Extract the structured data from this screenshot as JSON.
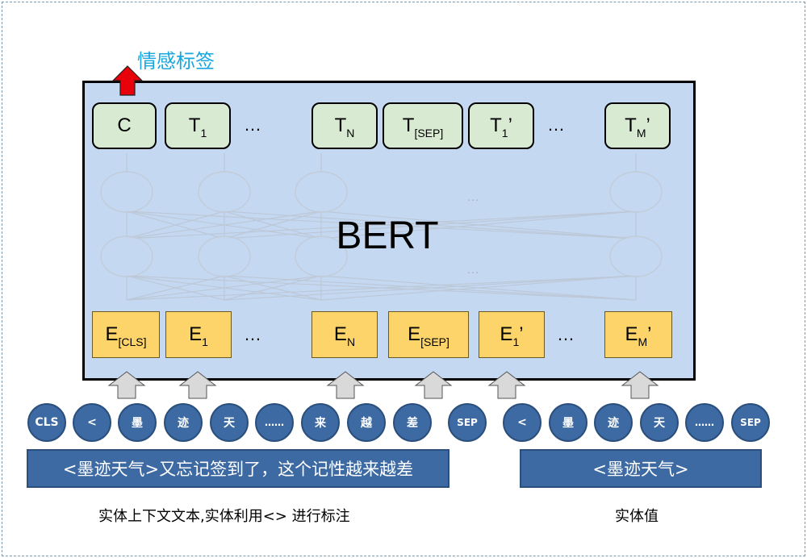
{
  "top_label": "情感标签",
  "model_label": "BERT",
  "outputs": {
    "c": "C",
    "t1": {
      "base": "T",
      "sub": "1"
    },
    "tn": {
      "base": "T",
      "sub": "N"
    },
    "tsep": {
      "base": "T",
      "sub": "[SEP]"
    },
    "t1p": {
      "base": "T",
      "sub": "1",
      "sup": "’"
    },
    "tmp": {
      "base": "T",
      "sub": "M",
      "sup": "’"
    }
  },
  "embeddings": {
    "ecls": {
      "base": "E",
      "sub": "[CLS]"
    },
    "e1": {
      "base": "E",
      "sub": "1"
    },
    "en": {
      "base": "E",
      "sub": "N"
    },
    "esep": {
      "base": "E",
      "sub": "[SEP]"
    },
    "e1p": {
      "base": "E",
      "sub": "1",
      "sup": "’"
    },
    "emp": {
      "base": "E",
      "sub": "M",
      "sup": "’"
    }
  },
  "ellipsis": "…",
  "hidden_ellipsis": "…",
  "tokens": [
    "CLS",
    "<",
    "墨",
    "迹",
    "天",
    "……",
    "来",
    "越",
    "差",
    "SEP",
    "<",
    "墨",
    "迹",
    "天",
    "……",
    "SEP"
  ],
  "segments": {
    "left": "<墨迹天气>又忘记签到了，这个记性越来越差",
    "right": "<墨迹天气>"
  },
  "captions": {
    "left": "实体上下文文本,实体利用<> 进行标注",
    "right": "实体值"
  },
  "colors": {
    "label_blue": "#1aa7e0",
    "bert_bg": "#c5d8f2",
    "output_box": "#d9ead3",
    "embedding_box": "#fdd469",
    "token_blue": "#3d6aa3",
    "arrow_red": "#e8000b",
    "arrow_gray": "#d9d9d9"
  }
}
